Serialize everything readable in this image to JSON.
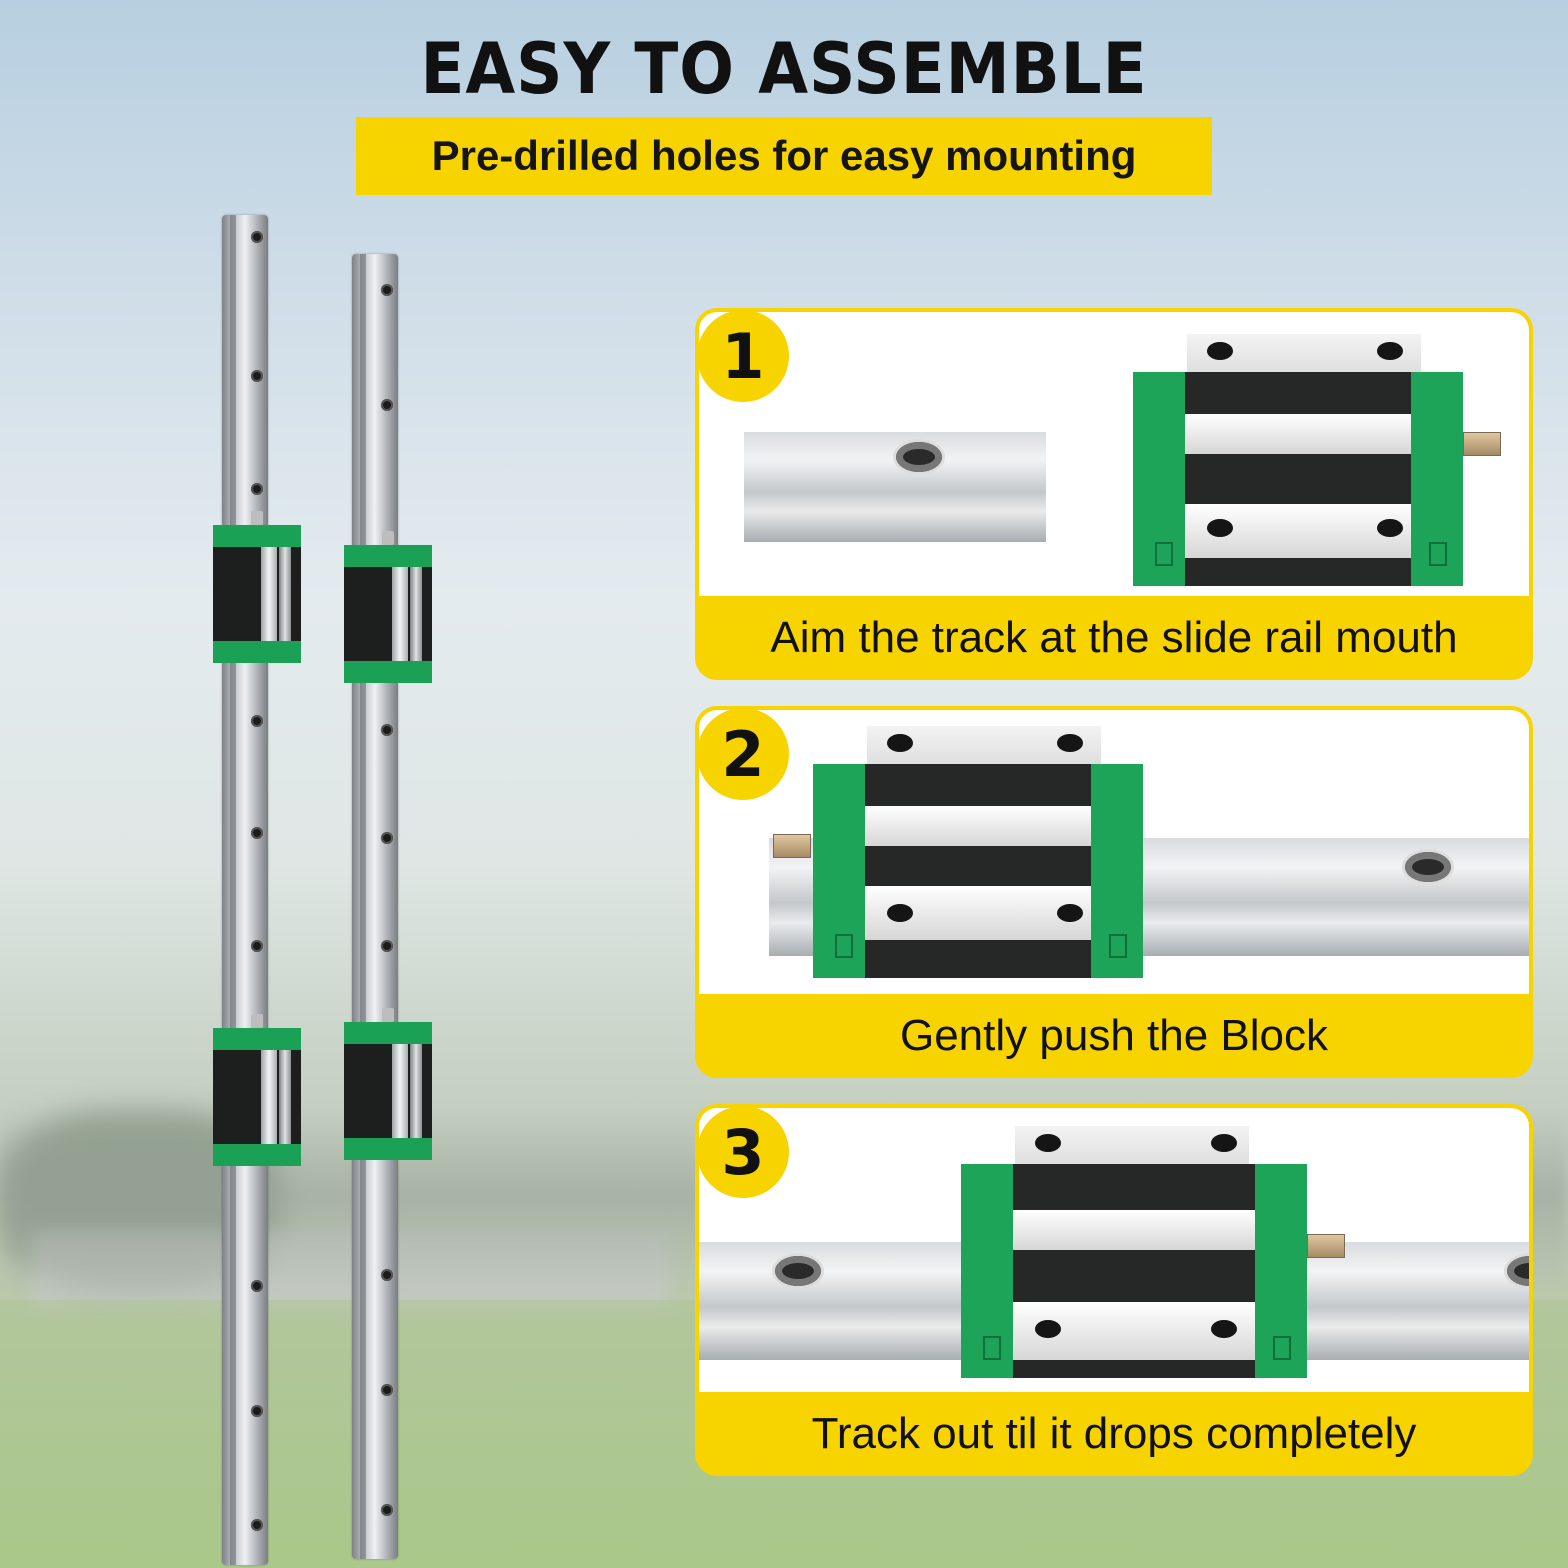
{
  "header": {
    "title": "EASY TO ASSEMBLE",
    "subtitle": "Pre-drilled holes for easy mounting"
  },
  "steps": [
    {
      "number": "1",
      "caption": "Aim the track at the slide rail mouth"
    },
    {
      "number": "2",
      "caption": "Gently push the Block"
    },
    {
      "number": "3",
      "caption": "Track out til it drops completely"
    }
  ],
  "colors": {
    "accent_yellow": "#f7d300",
    "block_green": "#1ea458",
    "block_black": "#262827"
  }
}
